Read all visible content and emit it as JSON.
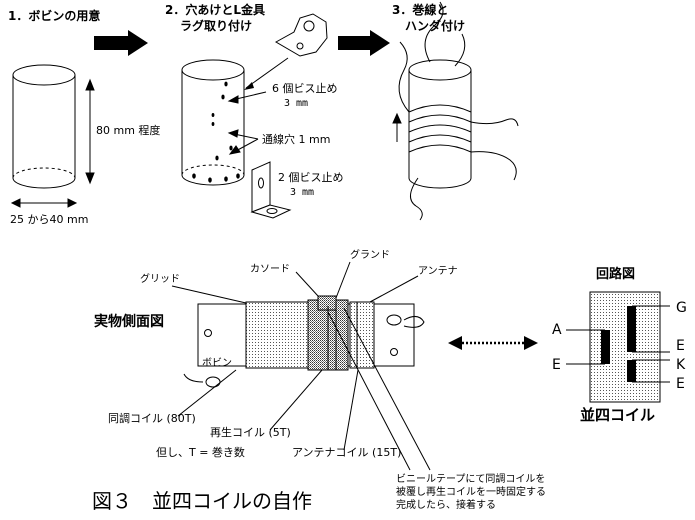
{
  "step1": {
    "title": "1．ボビンの用意",
    "height_label": "80 mm 程度",
    "diameter_label": "25 から40 mm"
  },
  "step2": {
    "title_line1": "2．穴あけとL金具",
    "title_line2": "ラグ取り付け",
    "screw6_line1": "6 個ビス止め",
    "screw6_line2": "3 mm",
    "wire_hole": "通線穴 1 mm",
    "screw2_line1": "2 個ビス止め",
    "screw2_line2": "3 mm"
  },
  "step3": {
    "title_line1": "3．巻線と",
    "title_line2": "ハンダ付け"
  },
  "side_view": {
    "title": "実物側面図",
    "labels": {
      "grid": "グリッド",
      "cathode": "カソード",
      "ground": "グランド",
      "antenna": "アンテナ",
      "bobbin": "ボビン"
    },
    "coils": {
      "tuning": "同調コイル (80T)",
      "regen": "再生コイル (5T)",
      "antenna": "アンテナコイル (15T)"
    },
    "note_t": "但し、T = 巻き数",
    "tape_note_line1": "ビニールテープにて同調コイルを",
    "tape_note_line2": "被覆し再生コイルを一時固定する",
    "tape_note_line3": "完成したら、接着する"
  },
  "circuit": {
    "title": "回路図",
    "subtitle": "並四コイル",
    "pins": {
      "a": "A",
      "e_left": "E",
      "g": "G",
      "e_right_top": "E",
      "k": "K",
      "e_right_bottom": "E"
    }
  },
  "figure_caption": "図３　並四コイルの自作",
  "colors": {
    "ink": "#000000",
    "paper": "#ffffff",
    "dot_fill": "#b5b5b5"
  }
}
